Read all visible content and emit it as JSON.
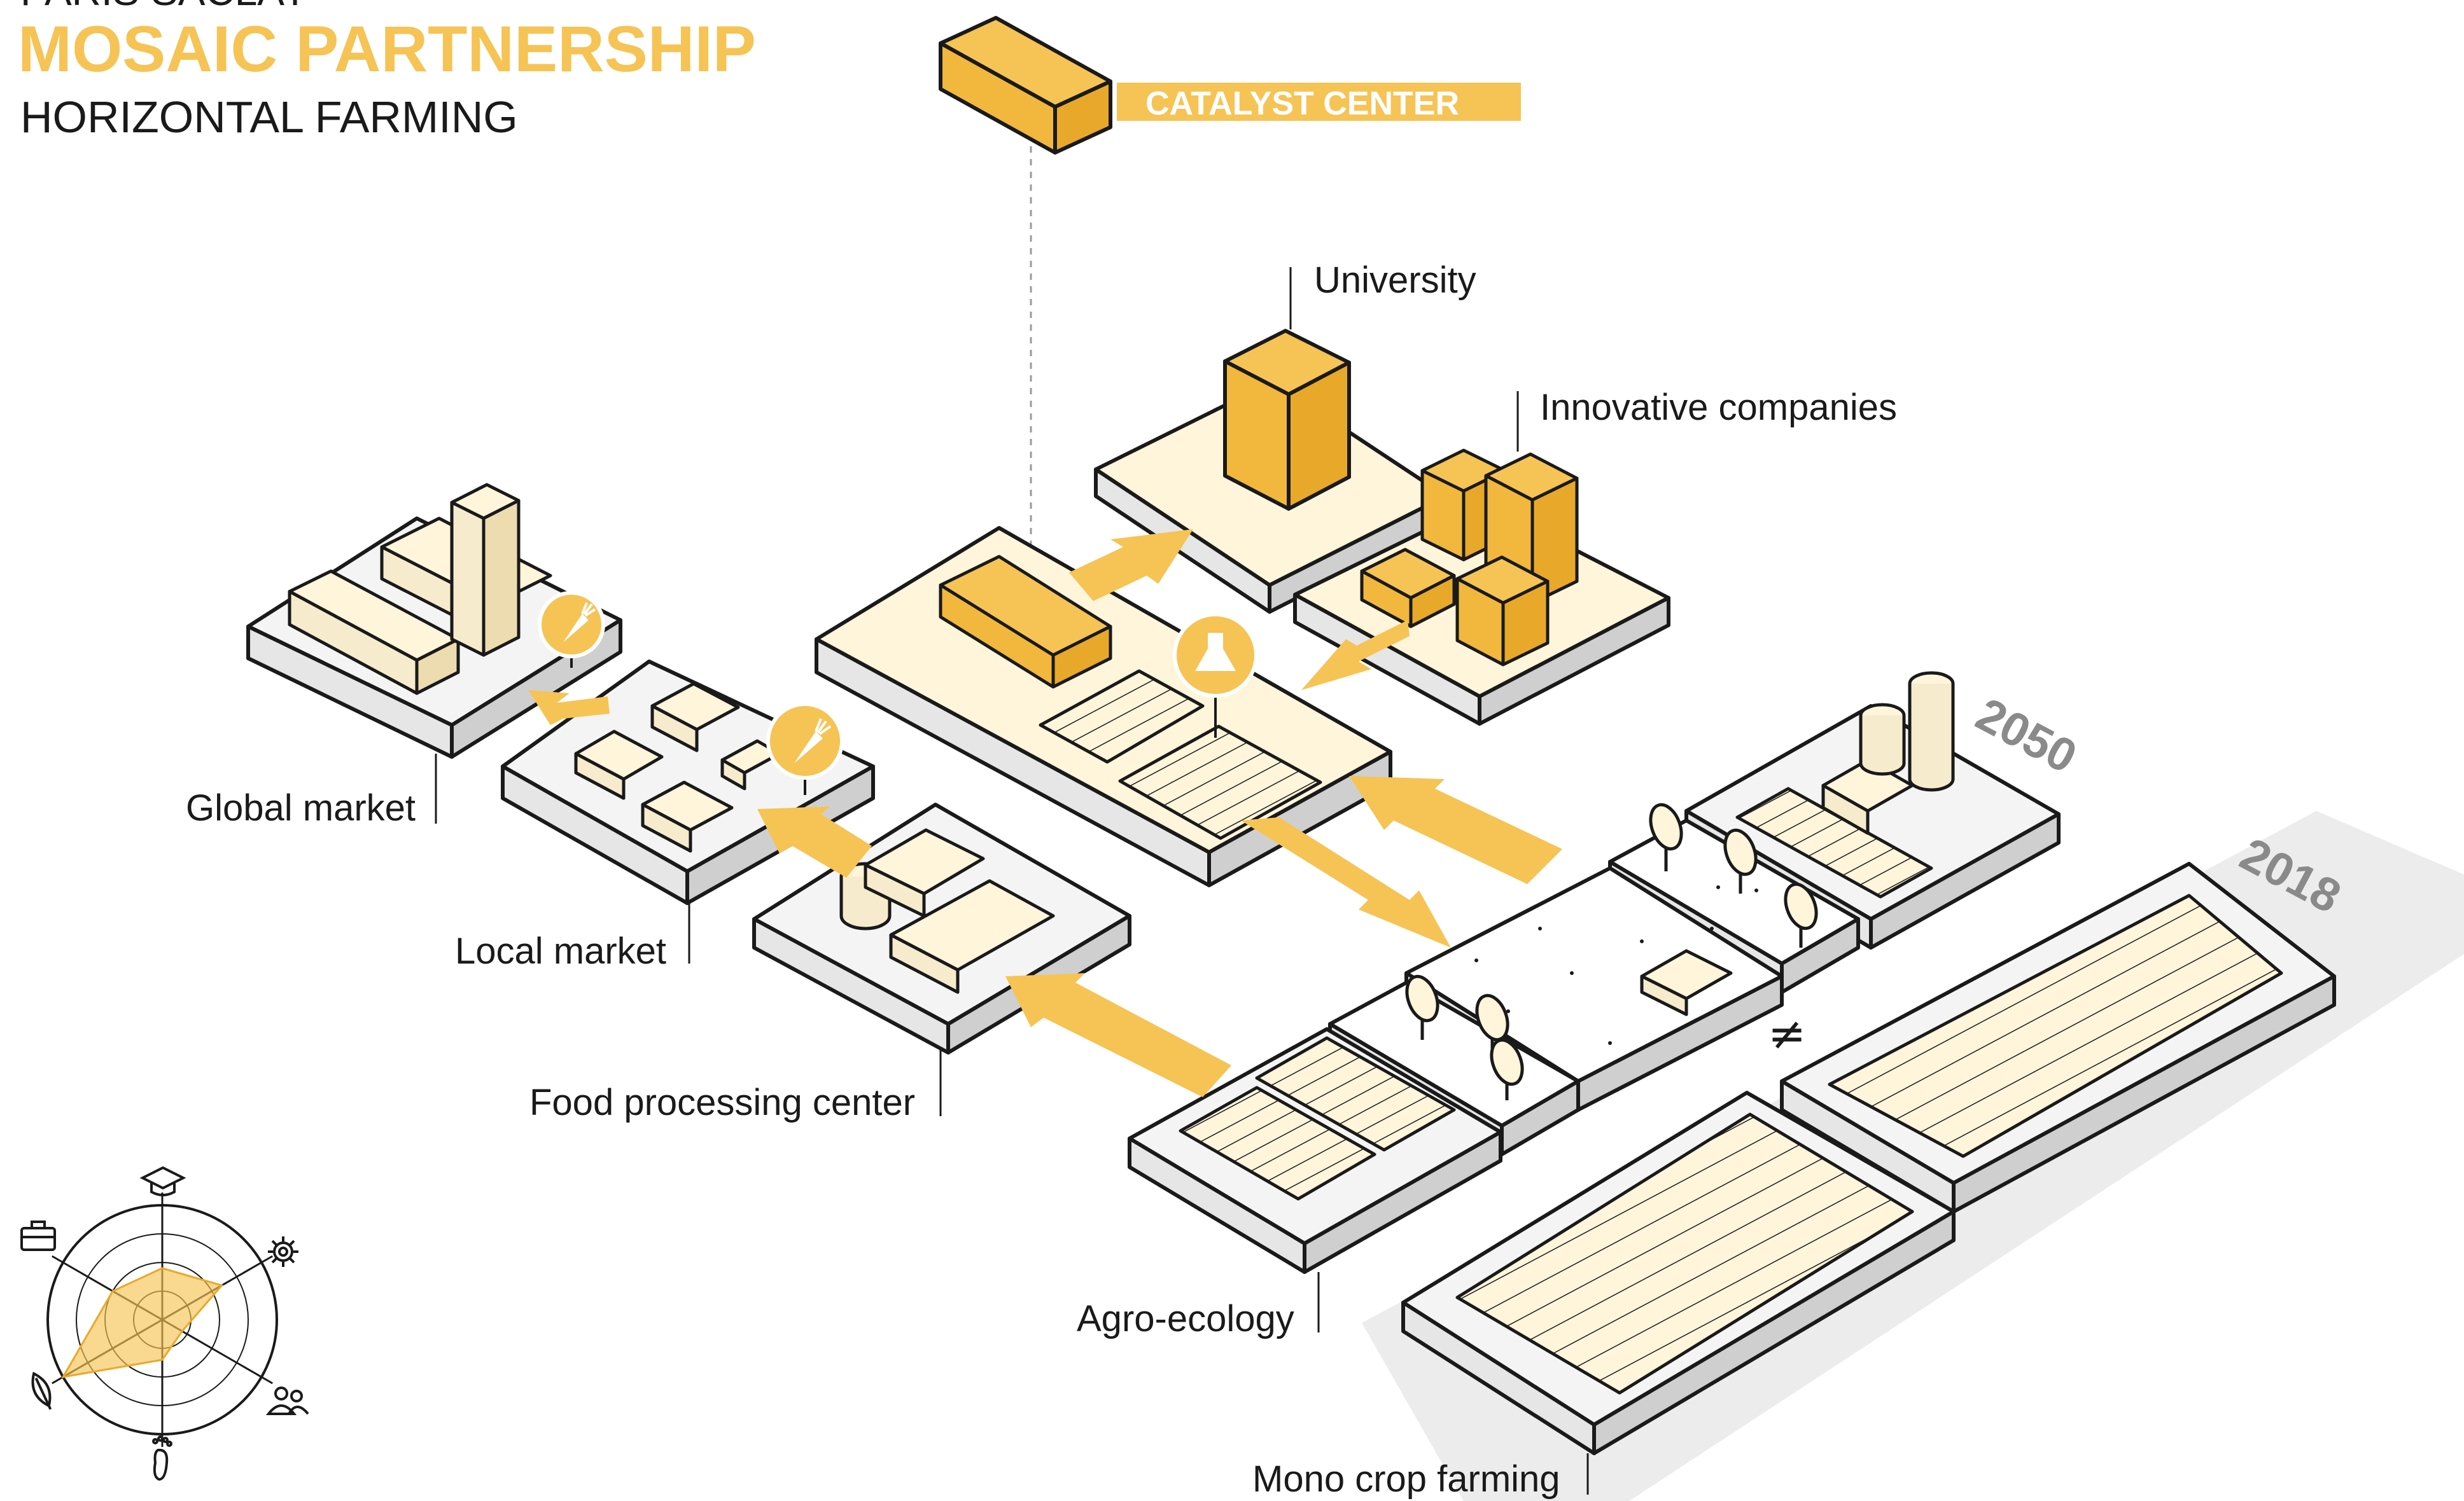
{
  "header": {
    "kicker": "PARIS SACLAY",
    "title": "MOSAIC PARTNERSHIP",
    "subtitle": "HORIZONTAL FARMING"
  },
  "catalyst_label": "CATALYST CENTER",
  "labels": {
    "university": "University",
    "innovative_companies": "Innovative companies",
    "global_market": "Global market",
    "local_market": "Local market",
    "food_processing_center": "Food processing center",
    "agro_ecology": "Agro-ecology",
    "mono_crop_farming": "Mono crop farming"
  },
  "years": {
    "future": "2050",
    "present": "2018"
  },
  "not_equal_symbol": "≠",
  "radar": {
    "axes": [
      "education",
      "industry",
      "community",
      "footprint",
      "ecology",
      "business"
    ],
    "axis_icons": [
      "graduation-cap-icon",
      "gear-icon",
      "people-icon",
      "footprint-icon",
      "leaf-icon",
      "briefcase-icon"
    ],
    "values": [
      0.45,
      0.6,
      0.2,
      0.35,
      1.0,
      0.5
    ]
  },
  "colors": {
    "accent": "#f6c355",
    "accent_light": "#fff5db",
    "ink": "#1a1a1a",
    "ground": "#ececec",
    "year_gray": "#8a8a8a"
  }
}
